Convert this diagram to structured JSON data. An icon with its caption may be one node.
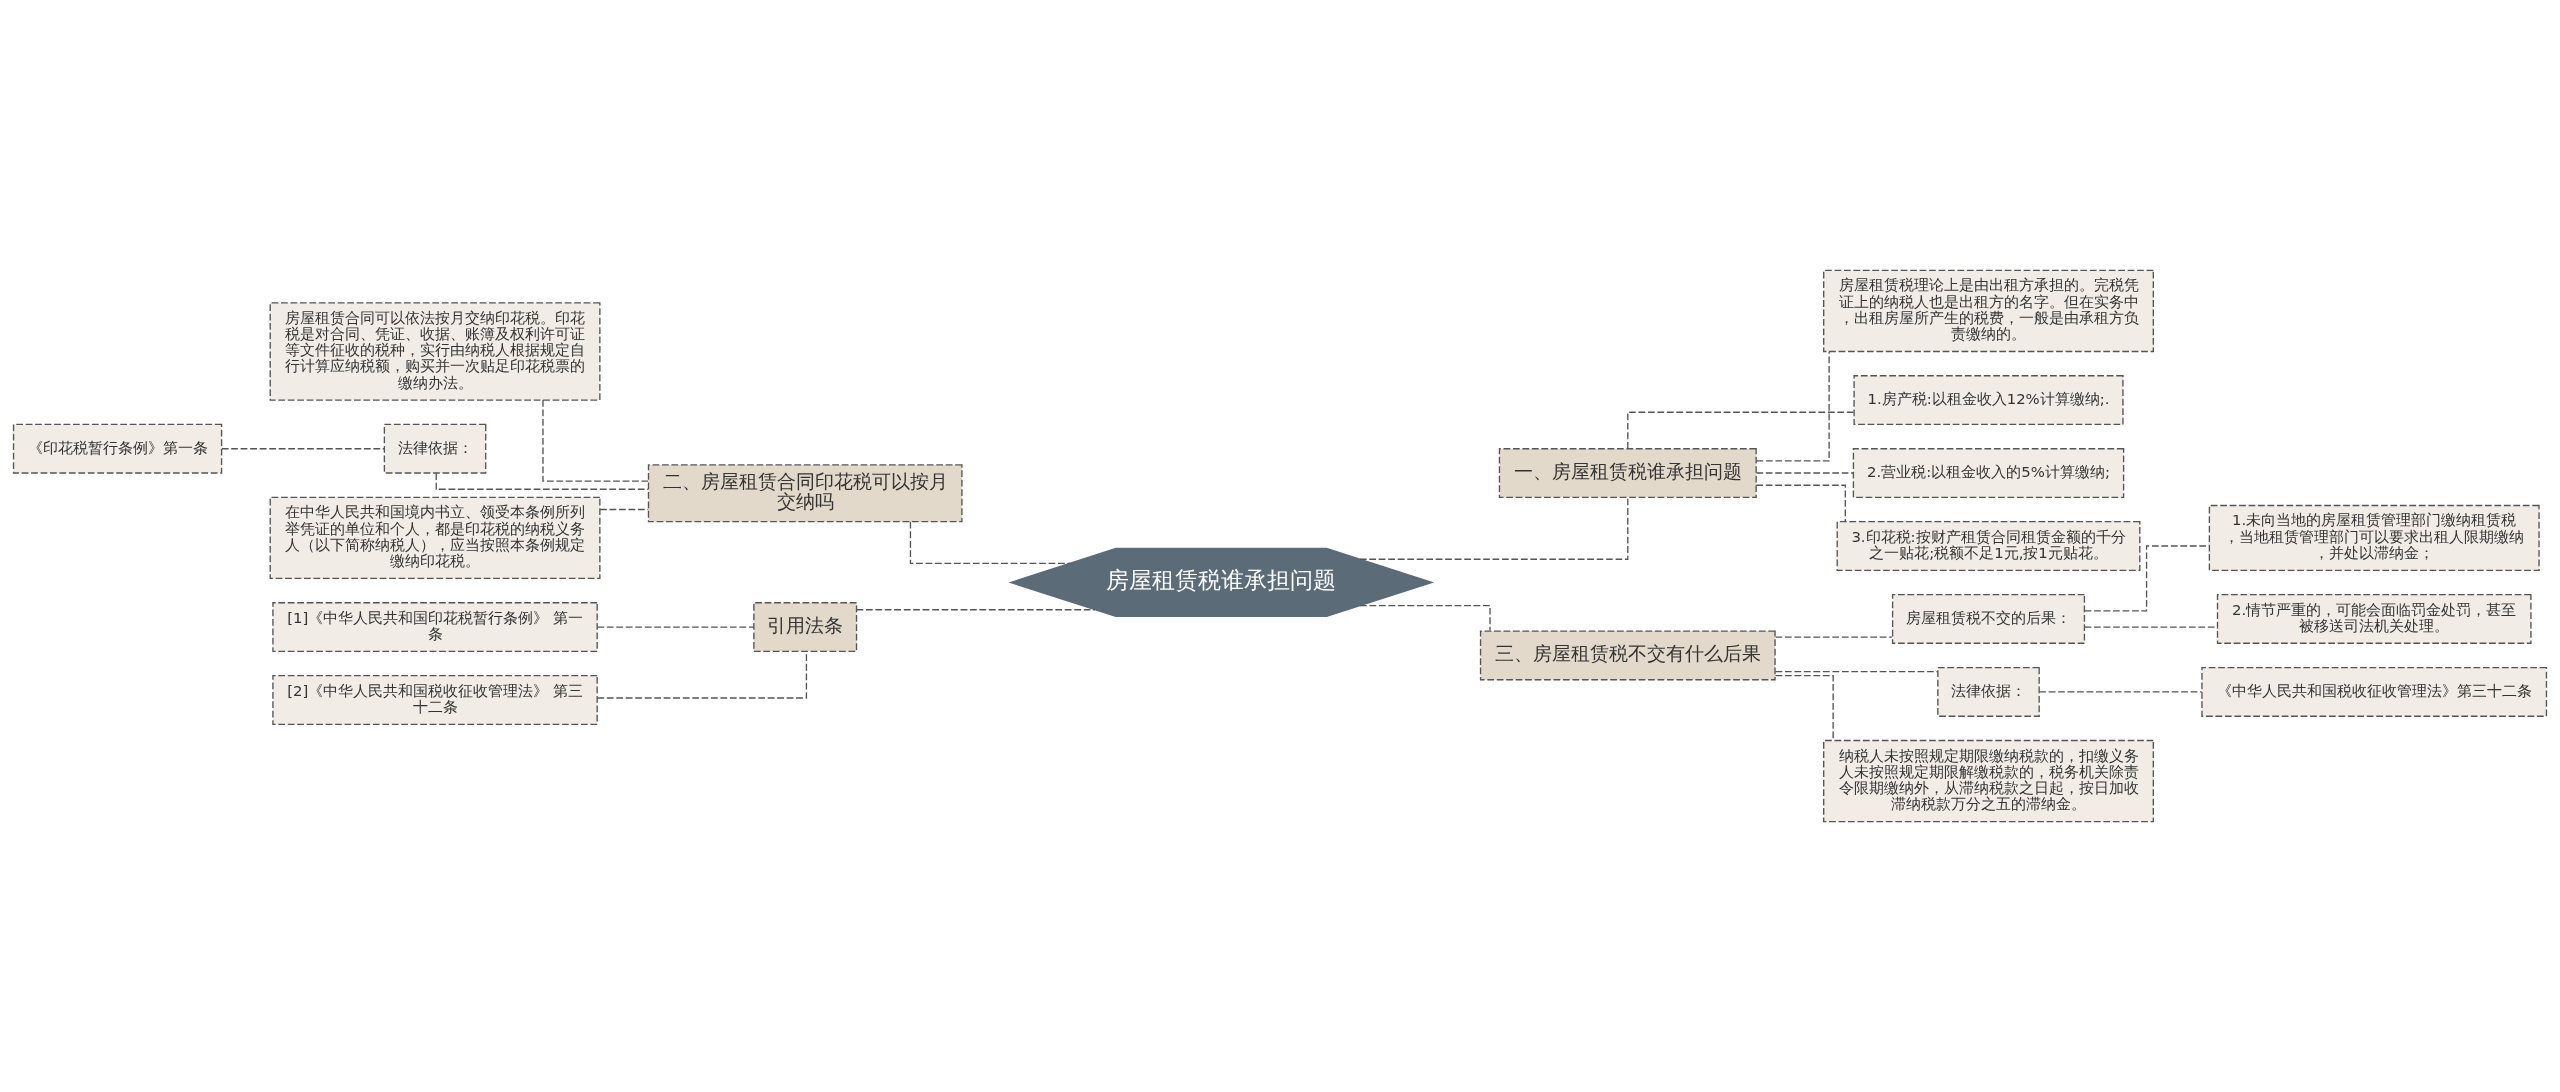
{
  "diagram": {
    "nodes": [
      {
        "text": [
          "房屋租赁税谁承担问题"
        ]
      },
      {
        "text": [
          "二、房屋租赁合同印花税可以按月交纳吗"
        ]
      },
      {
        "text": [
          "房屋租赁合同可以依法按月交纳印花税。印花税是对合同、凭证、收据、账簿及权利许可证等文件征收的税种，实行由纳税人根据规定自行计算应纳税额，购买并一次贴足印花税票的缴纳办法。"
        ]
      },
      {
        "text": [
          "法律依据："
        ]
      },
      {
        "text": [
          "《印花税暂行条例》第一条"
        ]
      },
      {
        "text": [
          "在中华人民共和国境内书立、领受本条例所列举凭证的单位和个人，都是印花税的纳税义务人（以下简称纳税人），应当按照本条例规定缴纳印花税。"
        ]
      },
      {
        "text": [
          "引用法条"
        ]
      },
      {
        "text": [
          "[1]《中华人民共和国印花税暂行条例》 第一条"
        ]
      },
      {
        "text": [
          "[2]《中华人民共和国税收征收管理法》 第三十二条"
        ]
      },
      {
        "text": [
          "一、房屋租赁税谁承担问题"
        ]
      },
      {
        "text": [
          "房屋租赁税理论上是由出租方承担的。完税凭证上的纳税人也是出租方的名字。但在实务中，出租房屋所产生的税费，一般是由承租方负责缴纳的。"
        ]
      },
      {
        "text": [
          "1.房产税:以租金收入12%计算缴纳;."
        ]
      },
      {
        "text": [
          "2.营业税:以租金收入的5%计算缴纳;"
        ]
      },
      {
        "text": [
          "3.印花税:按财产租赁合同租赁金额的千分之一贴花;税额不足1元,按1元贴花。"
        ]
      },
      {
        "text": [
          "三、房屋租赁税不交有什么后果"
        ]
      },
      {
        "text": [
          "房屋租赁税不交的后果："
        ]
      },
      {
        "text": [
          "1.未向当地的房屋租赁管理部门缴纳租赁税，当地租赁管理部门可以要求出租人限期缴纳，并处以滞纳金；"
        ]
      },
      {
        "text": [
          "2.情节严重的，可能会面临罚金处罚，甚至被移送司法机关处理。"
        ]
      },
      {
        "text": [
          "法律依据："
        ]
      },
      {
        "text": [
          "《中华人民共和国税收征收管理法》第三十二条"
        ]
      },
      {
        "text": [
          "纳税人未按照规定期限缴纳税款的，扣缴义务人未按照规定期限解缴税款的，税务机关除责令限期缴纳外，从滞纳税款之日起，按日加收滞纳税款万分之五的滞纳金。"
        ]
      }
    ],
    "edges": [
      {
        "from": 0,
        "to": 1,
        "arrow": "none",
        "style": "dashed"
      },
      {
        "from": 1,
        "to": 2,
        "arrow": "none",
        "style": "dashed"
      },
      {
        "from": 1,
        "to": 3,
        "arrow": "none",
        "style": "dashed"
      },
      {
        "from": 3,
        "to": 4,
        "arrow": "none",
        "style": "dashed"
      },
      {
        "from": 1,
        "to": 5,
        "arrow": "none",
        "style": "dashed"
      },
      {
        "from": 0,
        "to": 6,
        "arrow": "none",
        "style": "dashed"
      },
      {
        "from": 6,
        "to": 7,
        "arrow": "none",
        "style": "dashed"
      },
      {
        "from": 6,
        "to": 8,
        "arrow": "none",
        "style": "dashed"
      },
      {
        "from": 0,
        "to": 9,
        "arrow": "none",
        "style": "dashed"
      },
      {
        "from": 9,
        "to": 10,
        "arrow": "none",
        "style": "dashed"
      },
      {
        "from": 9,
        "to": 11,
        "arrow": "none",
        "style": "dashed"
      },
      {
        "from": 9,
        "to": 12,
        "arrow": "none",
        "style": "dashed"
      },
      {
        "from": 9,
        "to": 13,
        "arrow": "none",
        "style": "dashed"
      },
      {
        "from": 0,
        "to": 14,
        "arrow": "none",
        "style": "dashed"
      },
      {
        "from": 14,
        "to": 15,
        "arrow": "none",
        "style": "dashed"
      },
      {
        "from": 15,
        "to": 16,
        "arrow": "none",
        "style": "dashed"
      },
      {
        "from": 15,
        "to": 17,
        "arrow": "none",
        "style": "dashed"
      },
      {
        "from": 14,
        "to": 18,
        "arrow": "none",
        "style": "dashed"
      },
      {
        "from": 18,
        "to": 19,
        "arrow": "none",
        "style": "dashed"
      },
      {
        "from": 14,
        "to": 20,
        "arrow": "none",
        "style": "dashed"
      }
    ]
  }
}
